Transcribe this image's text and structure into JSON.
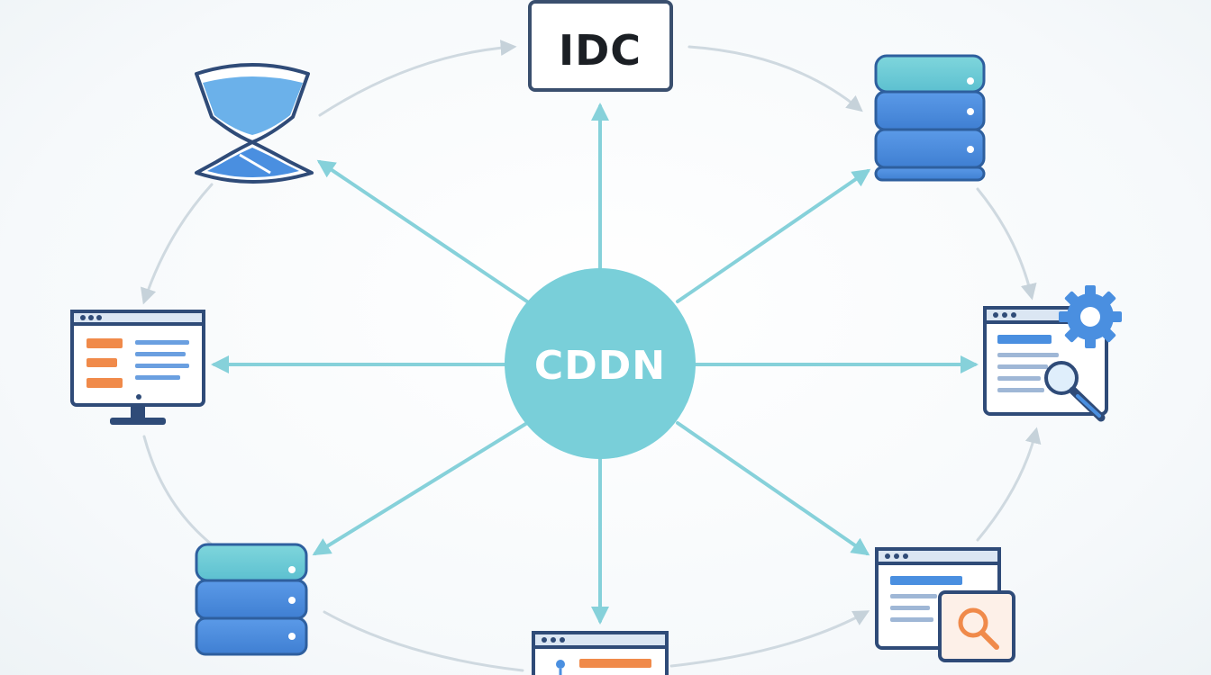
{
  "hub": {
    "label": "CDDN",
    "color": "#79cfd9"
  },
  "nodes": [
    {
      "id": "idc",
      "label": "IDC",
      "icon": "idc-box"
    },
    {
      "id": "storage-top-right",
      "icon": "server-stack-icon"
    },
    {
      "id": "settings-page",
      "icon": "web-settings-search-icon"
    },
    {
      "id": "search-page",
      "icon": "web-search-icon"
    },
    {
      "id": "code-page",
      "icon": "web-page-icon"
    },
    {
      "id": "storage-bottom-left",
      "icon": "server-stack-icon"
    },
    {
      "id": "desktop",
      "icon": "desktop-monitor-icon"
    },
    {
      "id": "hourglass",
      "icon": "hourglass-icon"
    }
  ],
  "colors": {
    "spoke": "#86d1da",
    "ring": "#cfd9e0",
    "outline": "#3a4f6e",
    "blue": "#4a8fe0",
    "orange": "#f08a4a"
  }
}
